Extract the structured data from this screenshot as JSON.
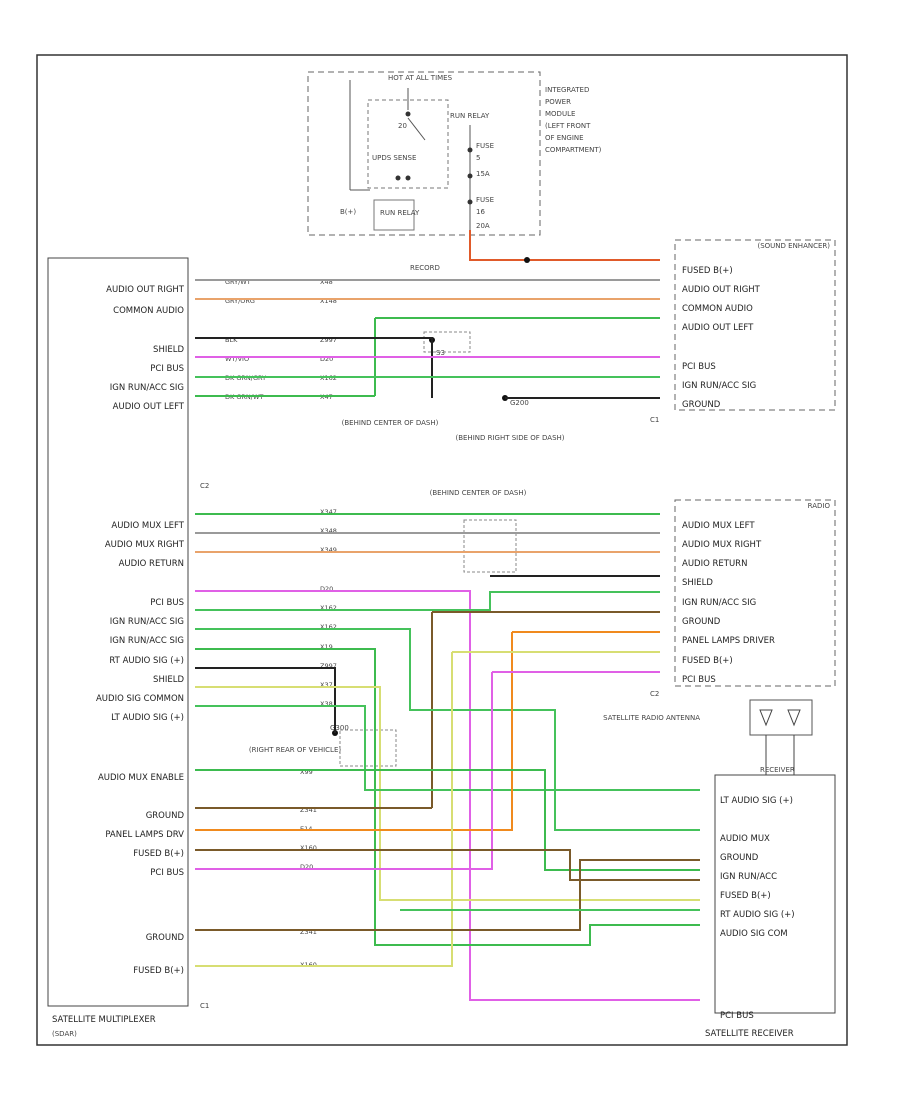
{
  "pdm": {
    "name": "SATELLITE MULTIPLEXER",
    "name2": "(SDAR)",
    "connector_c1": "C1",
    "connector_c2": "C2",
    "left_labels_c1": [
      "AUDIO OUT RIGHT",
      "COMMON AUDIO",
      "SHIELD",
      "PCI BUS",
      "IGN RUN/ACC SIG",
      "AUDIO OUT LEFT"
    ],
    "left_labels_c2": [
      "AUDIO MUX LEFT",
      "AUDIO MUX RIGHT",
      "AUDIO RETURN",
      "PCI BUS",
      "IGN RUN/ACC SIG",
      "IGN RUN/ACC SIG",
      "RT AUDIO SIG (+)",
      "SHIELD",
      "AUDIO SIG COMMON",
      "LT AUDIO SIG (+)"
    ],
    "left_labels_c3": [
      "AUDIO MUX ENABLE",
      "GROUND",
      "PANEL LAMPS DRV",
      "FUSED B(+)",
      "PCI BUS",
      "GROUND",
      "FUSED B(+)"
    ]
  },
  "ipm": {
    "title": "HOT AT ALL TIMES",
    "lines": [
      "INTEGRATED",
      "POWER",
      "MODULE",
      "(LEFT FRONT",
      "OF ENGINE",
      "COMPARTMENT)"
    ],
    "run_relay": "RUN RELAY",
    "fuse1": "FUSE",
    "fuse1_num": "5",
    "fuse1_amp": "15A",
    "fuse2": "FUSE",
    "fuse2_num": "16",
    "fuse2_amp": "20A",
    "b_plus": "B(+)",
    "run_relay_ctrl": "RUN RELAY",
    "code_20": "20",
    "upds_label": "UPDS SENSE"
  },
  "amp": {
    "title": "(SOUND ENHANCER)",
    "labels": [
      "FUSED B(+)",
      "AUDIO OUT RIGHT",
      "COMMON AUDIO",
      "AUDIO OUT LEFT",
      "PCI BUS",
      "IGN RUN/ACC SIG",
      "GROUND"
    ],
    "connector": "C1"
  },
  "radio": {
    "title": "RADIO",
    "labels": [
      "AUDIO MUX LEFT",
      "AUDIO MUX RIGHT",
      "AUDIO RETURN",
      "SHIELD",
      "IGN RUN/ACC SIG",
      "GROUND",
      "PANEL LAMPS DRIVER",
      "FUSED B(+)",
      "PCI BUS"
    ],
    "connector": "C2"
  },
  "sat_receiver": {
    "name": "SATELLITE RECEIVER",
    "labels": [
      "LT AUDIO SIG (+)",
      "AUDIO MUX",
      "GROUND",
      "IGN RUN/ACC",
      "FUSED B(+)",
      "RT AUDIO SIG (+)",
      "AUDIO SIG COM",
      "PCI BUS"
    ],
    "antenna": "SATELLITE RADIO ANTENNA",
    "receiver_tag": "RECEIVER"
  },
  "splices": {
    "s1": "(BEHIND CENTER OF DASH)",
    "s2": "(BEHIND RIGHT SIDE OF DASH)",
    "g200": "G200",
    "s3": "(BEHIND CENTER OF DASH)",
    "s4": "(RIGHT REAR OF VEHICLE)",
    "g300": "G300",
    "record": "RECORD",
    "splice_tag": "S3"
  },
  "wire_colors": {
    "gry_wt": "#9a9a9a",
    "gry_org": "#e9a36b",
    "blk": "#222222",
    "wt_vio": "#e060e6",
    "dk_grn_gry": "#45c25b",
    "dk_grn_wt": "#3dbb4f",
    "gry_yel": "#d7de73",
    "blk_tan": "#7a5a2a",
    "org_tan": "#f08a1e",
    "red_org": "#e05a2a"
  },
  "wire_labels": {
    "c1": [
      "GRY/WT",
      "GRY/ORG",
      "BLK",
      "WT/VIO",
      "DK GRN/GRY",
      "DK GRN/WT"
    ],
    "c1_codes": [
      "X48",
      "X148",
      "Z997",
      "D20",
      "X162",
      "X47"
    ],
    "c2_codes": [
      "X347",
      "X348",
      "X349",
      "D20",
      "X162",
      "X162",
      "X19",
      "Z997",
      "X37",
      "X38"
    ],
    "c3_codes": [
      "X99",
      "Z341",
      "E14",
      "X160",
      "D20",
      "Z341",
      "X160"
    ]
  }
}
